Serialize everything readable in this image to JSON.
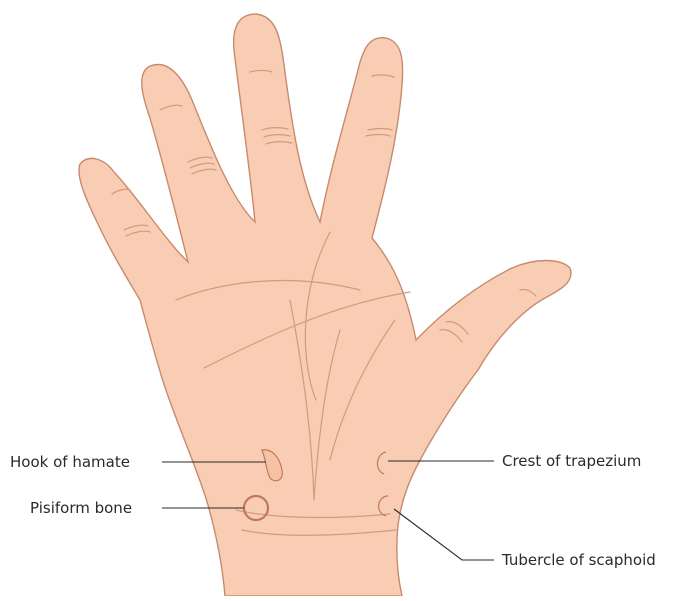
{
  "diagram": {
    "colors": {
      "skin": "#f8cdb4",
      "outline": "#c88a6c",
      "crease": "#d29a7e",
      "landmark": "#c4785a",
      "leader": "#2a2a2a"
    },
    "labels": {
      "hook_of_hamate": "Hook of hamate",
      "pisiform_bone": "Pisiform bone",
      "crest_of_trapezium": "Crest of trapezium",
      "tubercle_of_scaphoid": "Tubercle of scaphoid"
    }
  }
}
